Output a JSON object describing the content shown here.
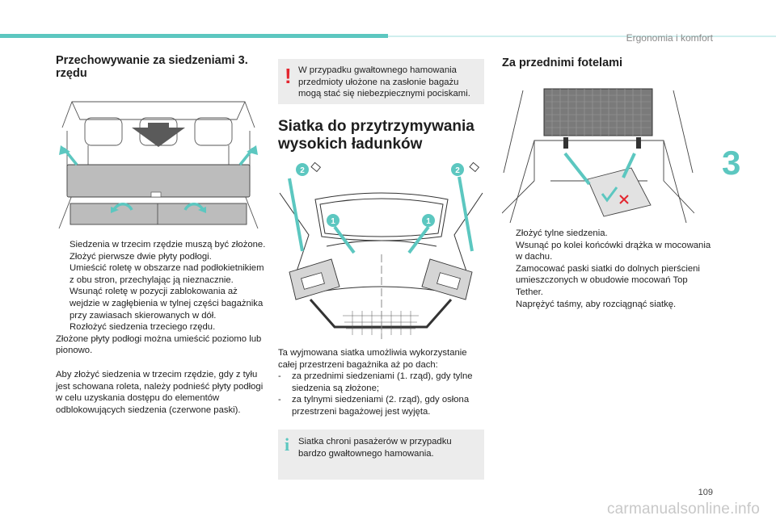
{
  "header": {
    "section": "Ergonomia i komfort"
  },
  "chapter": "3",
  "page_number": "109",
  "watermark": "carmanualsonline.info",
  "col1": {
    "title": "Przechowywanie za siedzeniami 3. rzędu",
    "bullets": [
      "Siedzenia w trzecim rzędzie muszą być złożone.",
      "Złożyć pierwsze dwie płyty podłogi.",
      "Umieścić roletę w obszarze nad podłokietnikiem z obu stron, przechylając ją nieznacznie.",
      "Wsunąć roletę w pozycji zablokowania aż wejdzie w zagłębienia w tylnej części bagażnika przy zawiasach skierowanych w dół.",
      "Rozłożyć siedzenia trzeciego rzędu."
    ],
    "para1": "Złożone płyty podłogi można umieścić poziomo lub pionowo.",
    "para2": "Aby złożyć siedzenia w trzecim rzędzie, gdy z tyłu jest schowana roleta, należy podnieść płyty podłogi w celu uzyskania dostępu do elementów odblokowujących siedzenia (czerwone paski)."
  },
  "col2": {
    "warning": "W przypadku gwałtownego hamowania przedmioty ułożone na zasłonie bagażu mogą stać się niebezpiecznymi pociskami.",
    "title": "Siatka do przytrzymywania wysokich ładunków",
    "figure_labels": {
      "one": "1",
      "two": "2"
    },
    "intro": "Ta wyjmowana siatka umożliwia wykorzystanie całej przestrzeni bagażnika aż po dach:",
    "items": [
      "za przednimi siedzeniami (1. rząd), gdy tylne siedzenia są złożone;",
      "za tylnymi siedzeniami (2. rząd), gdy osłona przestrzeni bagażowej jest wyjęta."
    ],
    "info": "Siatka chroni pasażerów w przypadku bardzo gwałtownego hamowania."
  },
  "col3": {
    "title": "Za przednimi fotelami",
    "bullets": [
      "Złożyć tylne siedzenia.",
      "Wsunąć po kolei końcówki drążka w mocowania w dachu.",
      "Zamocować paski siatki do dolnych pierścieni umieszczonych w obudowie mocowań Top Tether.",
      "Naprężyć taśmy, aby rozciągnąć siatkę."
    ]
  },
  "colors": {
    "accent": "#5cc7c0",
    "warning": "#e3262f",
    "box": "#ececec"
  },
  "icons": {
    "bullet": "",
    "dash": "-",
    "warning": "!",
    "info": "i"
  }
}
